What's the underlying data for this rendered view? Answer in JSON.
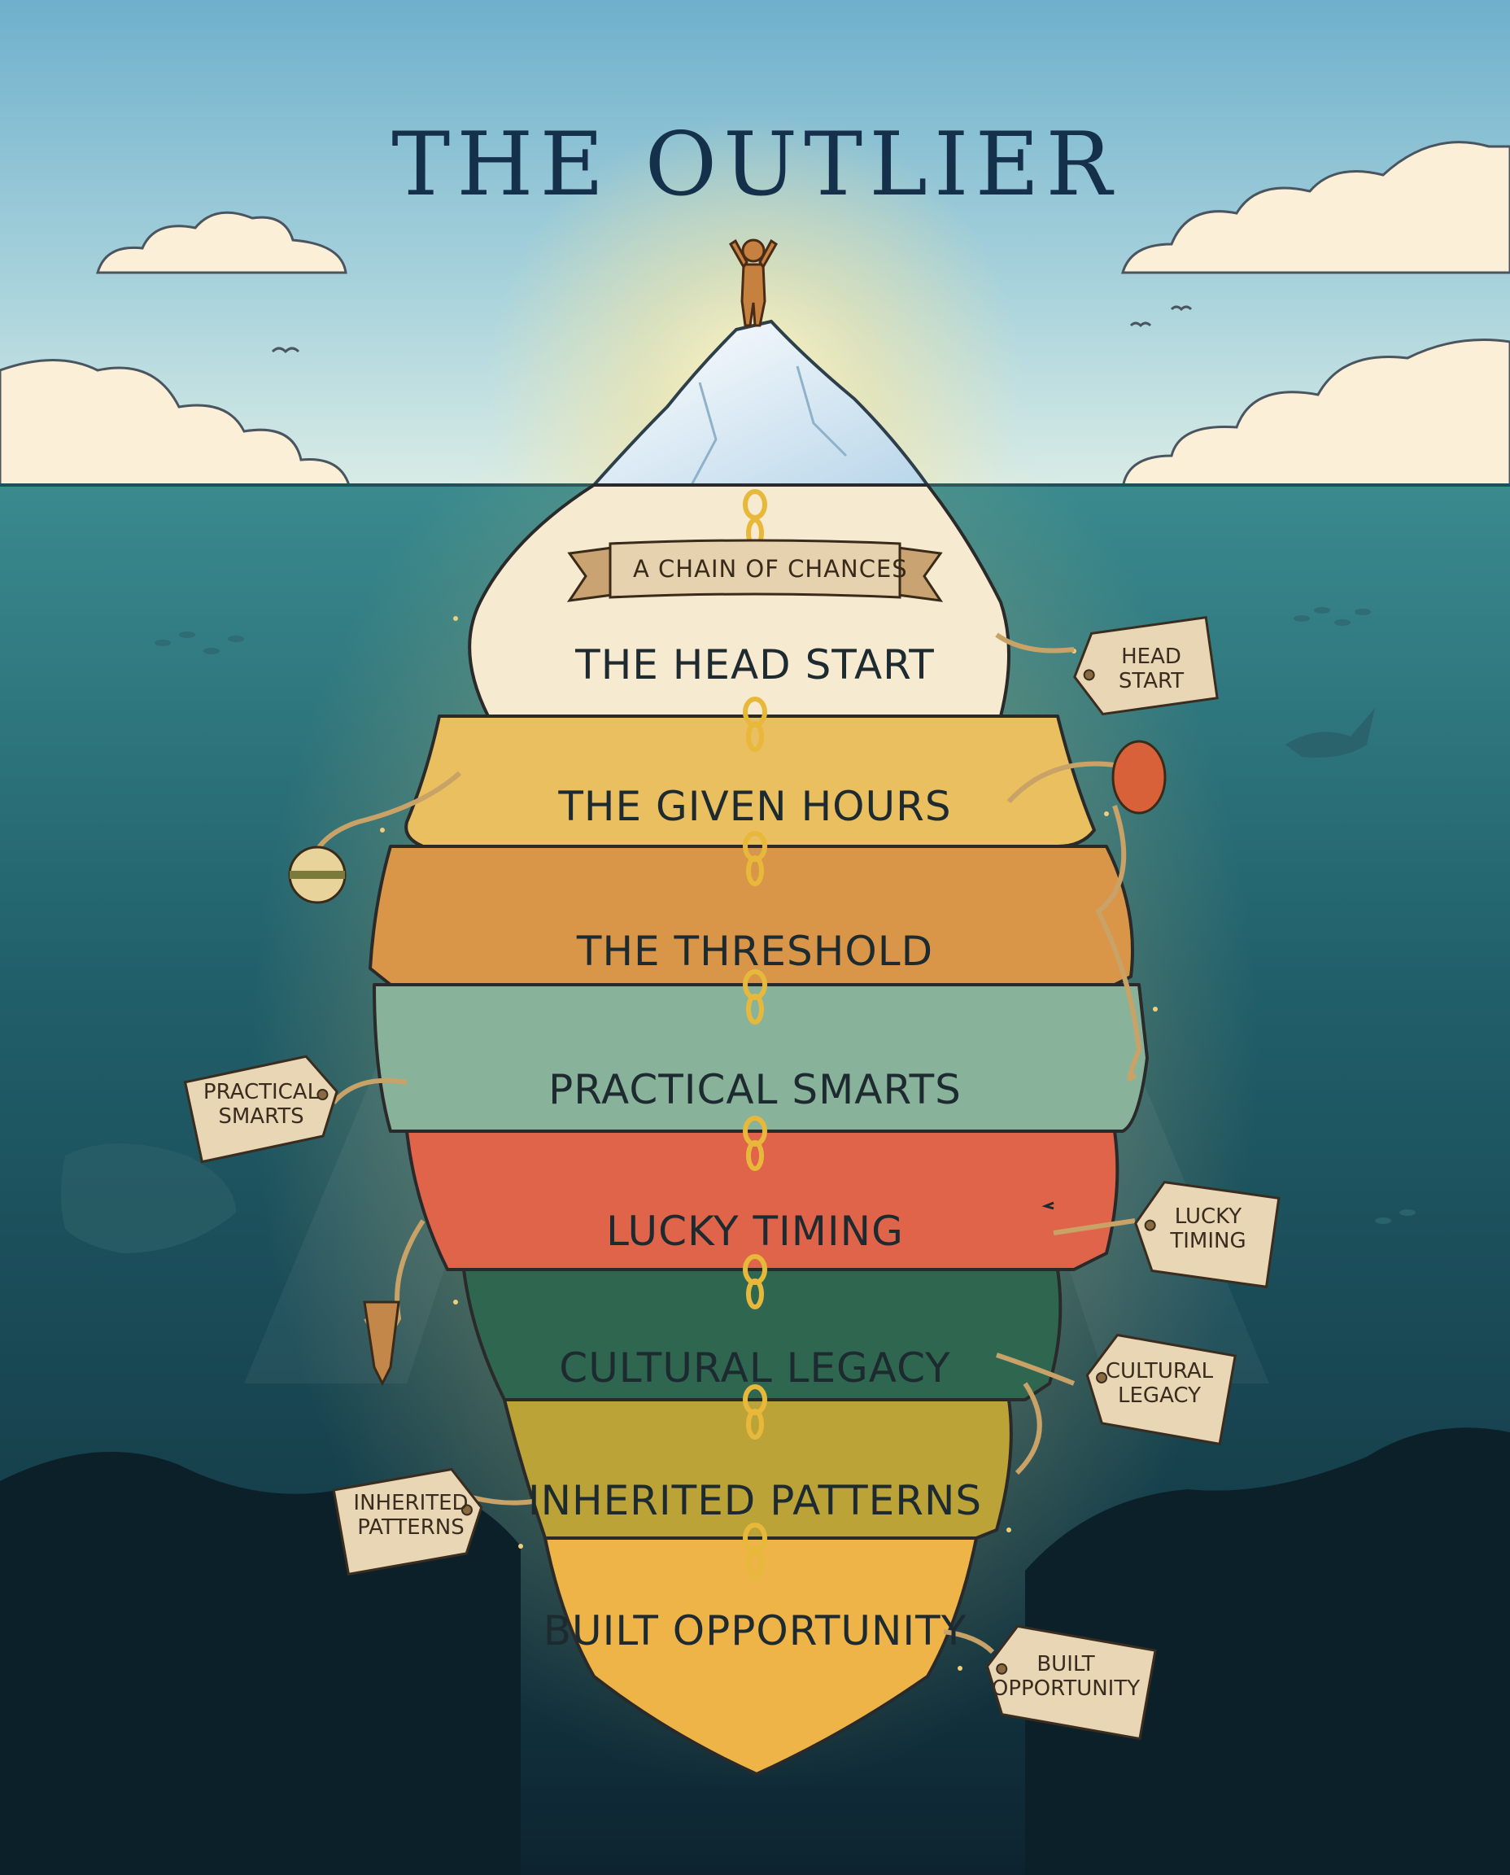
{
  "title": "THE OUTLIER",
  "banner": "A CHAIN OF CHANCES",
  "layers": [
    "THE HEAD START",
    "THE GIVEN HOURS",
    "THE THRESHOLD",
    "PRACTICAL SMARTS",
    "LUCKY TIMING",
    "CULTURAL LEGACY",
    "INHERITED PATTERNS",
    "BUILT OPPORTUNITY"
  ],
  "tags": {
    "head_start": "HEAD\nSTART",
    "practical_smarts": "PRACTICAL\nSMARTS",
    "lucky_timing": "LUCKY\nTIMING",
    "cultural_legacy": "CULTURAL\nLEGACY",
    "inherited_patterns": "INHERITED\nPATTERNS",
    "built_opportunity": "BUILT\nOPPORTUNITY"
  },
  "colors": {
    "sky_top": "#6fb3cf",
    "sky_bottom": "#cfe6e6",
    "sea_top": "#2f7f86",
    "sea_bottom": "#0f2a35",
    "ice": "#f2f7fb",
    "head_start": "#f6ead0",
    "given_hours": "#e9bf60",
    "threshold": "#d99648",
    "practical_smarts": "#88b39a",
    "lucky_timing": "#e0644a",
    "cultural_legacy": "#2f6650",
    "inherited_patterns": "#bca338",
    "built_opportunity": "#efb447",
    "chain": "#e8b83a",
    "tag_paper": "#e8d6b5"
  }
}
